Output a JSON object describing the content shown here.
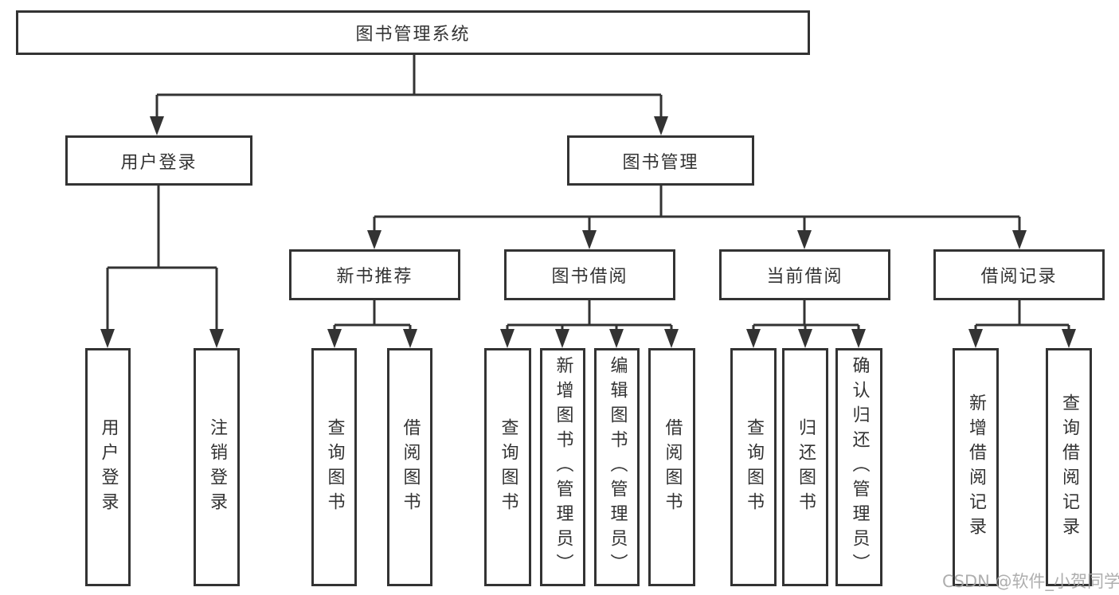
{
  "diagram": {
    "root": {
      "label": "图书管理系统"
    },
    "branches": [
      {
        "label": "用户登录",
        "children": [
          {
            "label": "用户登录"
          },
          {
            "label": "注销登录"
          }
        ]
      },
      {
        "label": "图书管理",
        "children": [
          {
            "label": "新书推荐",
            "children": [
              {
                "label": "查询图书"
              },
              {
                "label": "借阅图书"
              }
            ]
          },
          {
            "label": "图书借阅",
            "children": [
              {
                "label": "查询图书"
              },
              {
                "label": "新增图书（管理员）"
              },
              {
                "label": "编辑图书（管理员）"
              },
              {
                "label": "借阅图书"
              }
            ]
          },
          {
            "label": "当前借阅",
            "children": [
              {
                "label": "查询图书"
              },
              {
                "label": "归还图书"
              },
              {
                "label": "确认归还（管理员）"
              }
            ]
          },
          {
            "label": "借阅记录",
            "children": [
              {
                "label": "新增借阅记录"
              },
              {
                "label": "查询借阅记录"
              }
            ]
          }
        ]
      }
    ]
  },
  "watermark": {
    "text": "CSDN @软件_小贺同学"
  },
  "colors": {
    "line": "#333333",
    "text": "#333333",
    "background": "#ffffff",
    "watermark": "#a5a5a5"
  }
}
